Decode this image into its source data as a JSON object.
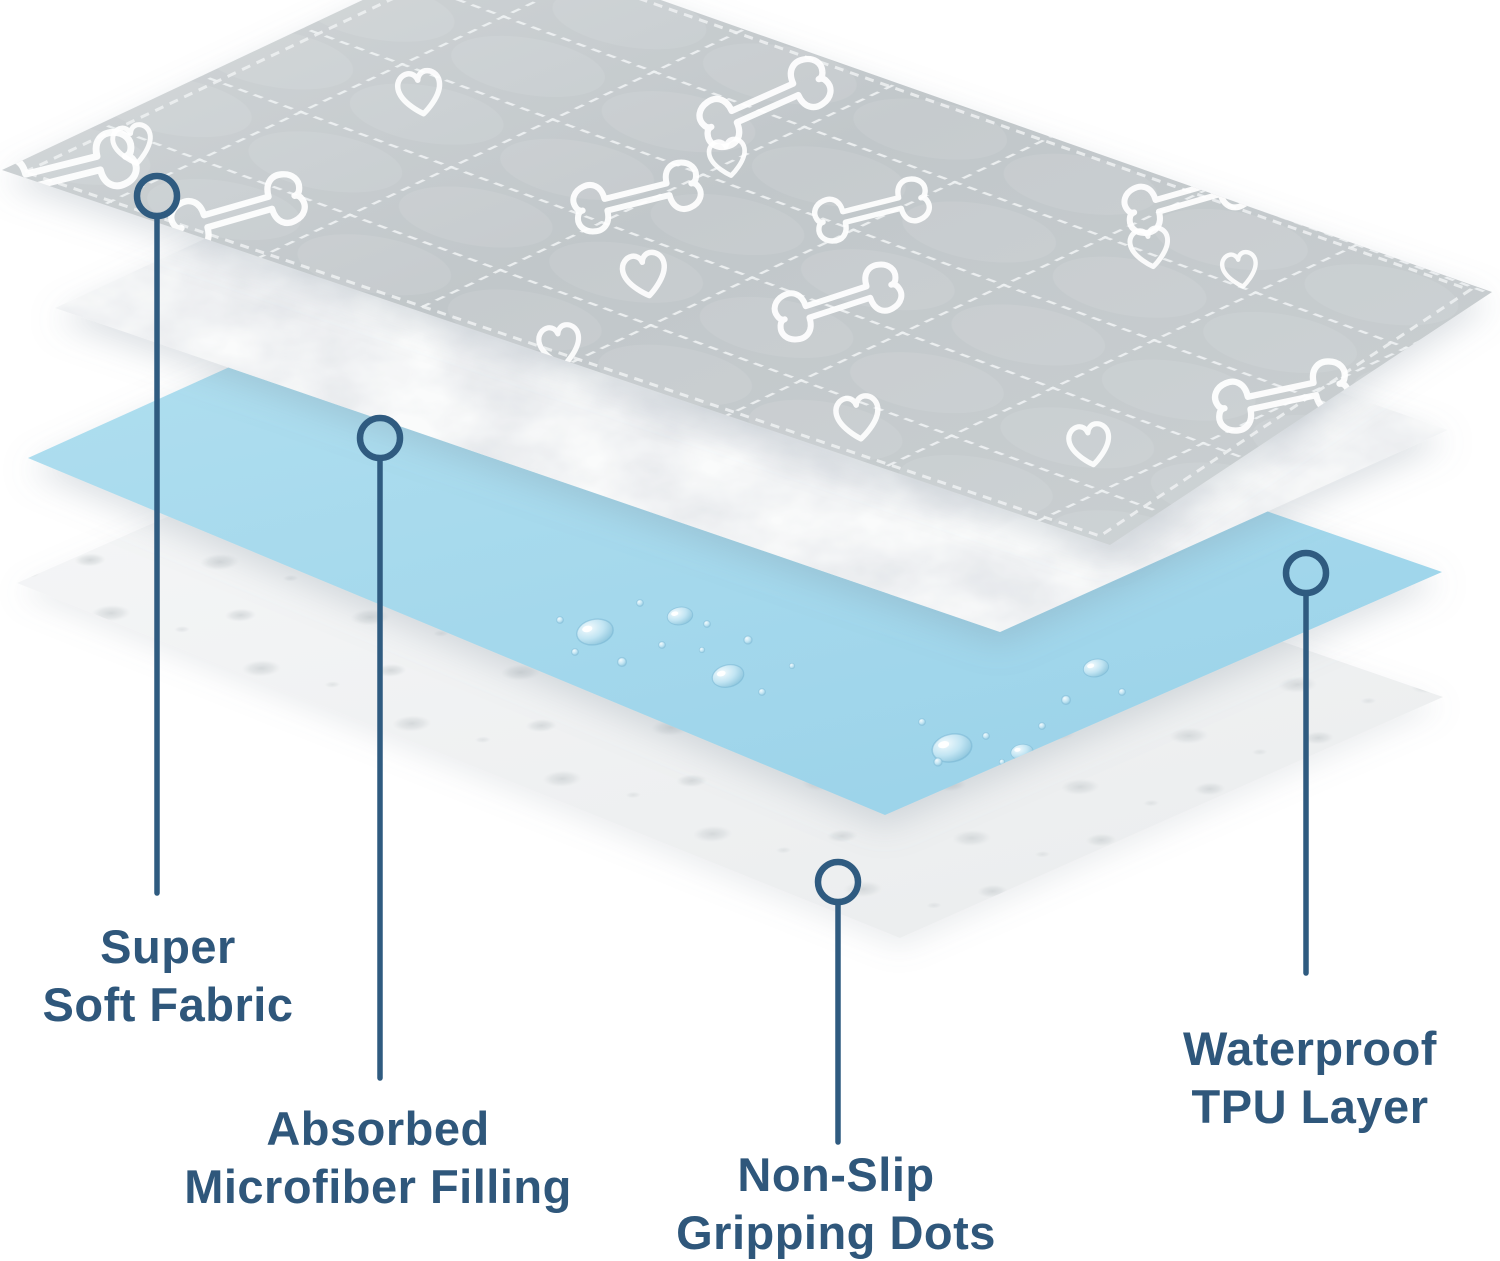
{
  "colors": {
    "label_text": "#2f577b",
    "callout_stroke": "#2f5b80",
    "tpu_blue": "#a7daed",
    "fabric_gray": "#c6cbce",
    "fluff_white": "#f7f8f8",
    "bottom_sheet_white": "#f4f5f6",
    "stitch_white": "#eef1f2",
    "motif_white": "#ffffff"
  },
  "callouts": [
    {
      "line1": "Super",
      "line2": "Soft Fabric"
    },
    {
      "line1": "Absorbed",
      "line2": "Microfiber Filling"
    },
    {
      "line1": "Non-Slip",
      "line2": "Gripping Dots"
    },
    {
      "line1": "Waterproof",
      "line2": "TPU Layer"
    }
  ],
  "icons": {
    "bone": "bone-icon",
    "heart": "heart-icon",
    "droplet": "water-drop-icon",
    "ring": "callout-ring-icon"
  }
}
